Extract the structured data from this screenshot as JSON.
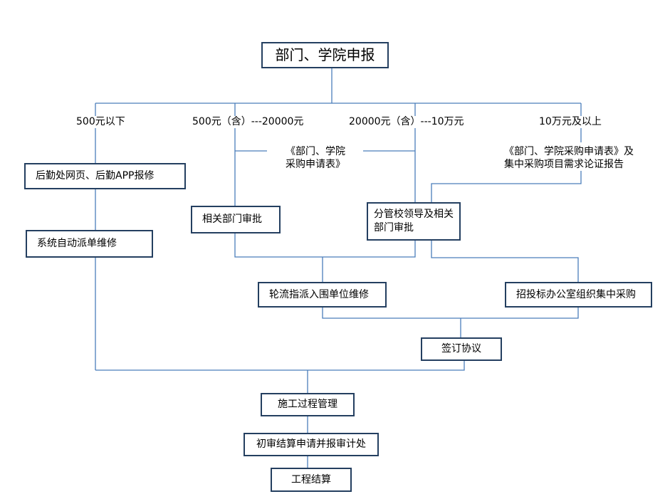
{
  "nodes": {
    "start": "部门、学院申报",
    "repair_web": "后勤处网页、后勤APP报修",
    "auto_dispatch": "系统自动派单维修",
    "dept_approval": "相关部门审批",
    "leader_approval": "分管校领导及相关部门审批",
    "rotation": "轮流指派入围单位维修",
    "tender_office": "招投标办公室组织集中采购",
    "sign_agreement": "签订协议",
    "construction": "施工过程管理",
    "preliminary_settlement": "初审结算申请并报审计处",
    "final_settlement": "工程结算"
  },
  "branches": {
    "b1": "500元以下",
    "b2": "500元（含）---20000元",
    "b3": "20000元（含）---10万元",
    "b4": "10万元及以上"
  },
  "notes": {
    "form_line1": "《部门、学院",
    "form_line2": "采购申请表》",
    "docs_line1": "《部门、学院采购申请表》及",
    "docs_line2": "集中采购项目需求论证报告"
  }
}
